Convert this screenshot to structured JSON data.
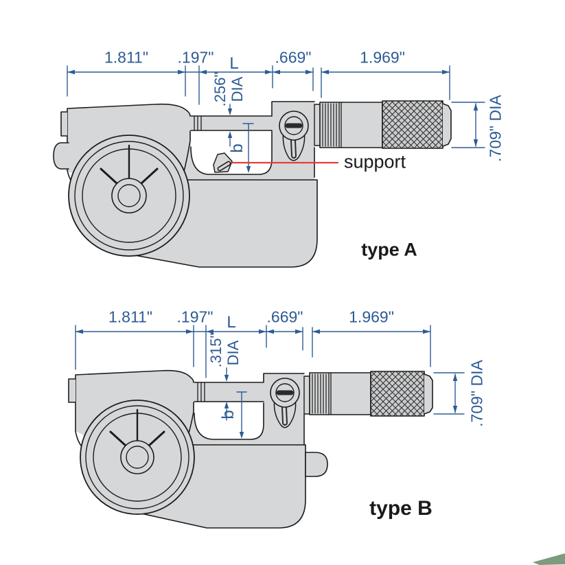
{
  "figure": {
    "type_a": {
      "name": "type A",
      "dim_total": "1.811\"",
      "dim_gap": ".197\"",
      "dim_l": "L",
      "dim_frame": ".669\"",
      "dim_thimble_len": "1.969\"",
      "spindle_dia_value": ".256\"",
      "spindle_dia_word": "DIA",
      "dim_b": "b",
      "thimble_dia": ".709\" DIA",
      "support_label": "support"
    },
    "type_b": {
      "name": "type B",
      "dim_total": "1.811\"",
      "dim_gap": ".197\"",
      "dim_l": "L",
      "dim_frame": ".669\"",
      "dim_thimble_len": "1.969\"",
      "spindle_dia_value": ".315\"",
      "spindle_dia_word": "DIA",
      "dim_b": "b",
      "thimble_dia": ".709\" DIA"
    }
  },
  "colors": {
    "body_gray": "#d6d7d9",
    "outline": "#1c1c1c",
    "dimension_blue": "#2d5b94",
    "leader_red": "#e23d3d",
    "corner_green": "#7d9b7d"
  }
}
